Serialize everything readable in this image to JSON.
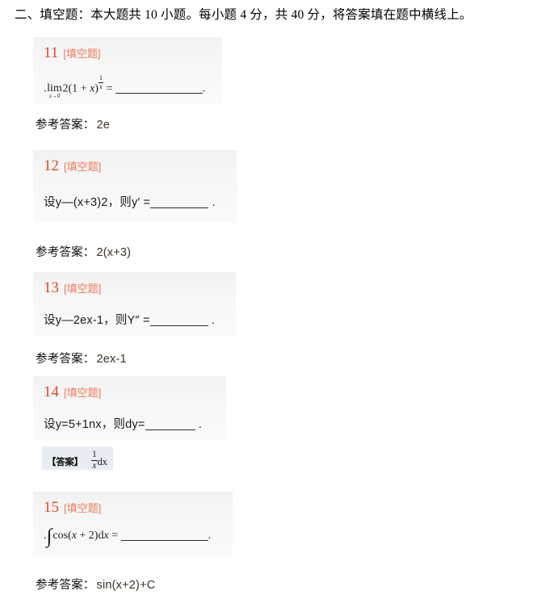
{
  "section": {
    "heading": "二、填空题：本大题共 10 小题。每小题 4 分，共 40 分，将答案填在题中横线上。"
  },
  "questions": [
    {
      "number": "11",
      "tag": "[填空题]",
      "stem_plain": ". lim2(1 + x)^(1/x) = ______ .",
      "stem_type": "math",
      "answer_label": "参考答案：",
      "answer_value": "2e",
      "answer_style": "reference",
      "limit_op": "lim",
      "limit_sub": "x→0"
    },
    {
      "number": "12",
      "tag": "[填空题]",
      "stem_plain": "设y—(x+3)2，则y′ =______ .",
      "stem_type": "text",
      "answer_label": "参考答案：",
      "answer_value": "2(x+3)",
      "answer_style": "reference"
    },
    {
      "number": "13",
      "tag": "[填空题]",
      "stem_plain": "设y—2ex-1，则Y″ =_______ .",
      "stem_type": "text",
      "answer_label": "参考答案：",
      "answer_value": "2ex-1",
      "answer_style": "reference"
    },
    {
      "number": "14",
      "tag": "[填空题]",
      "stem_plain": "设y=5+1nx，则dy=______ .",
      "stem_type": "text",
      "answer_label": "【答案】",
      "answer_value": "1/x dx",
      "answer_style": "boxed",
      "boxed_numerator": "1",
      "boxed_denominator": "x",
      "boxed_suffix": "dx"
    },
    {
      "number": "15",
      "tag": "[填空题]",
      "stem_plain": ". ∫cos(x + 2)dx = __________ .",
      "stem_type": "math",
      "answer_label": "参考答案：",
      "answer_value": "sin(x+2)+C",
      "answer_style": "reference",
      "integral_symbol": "∫"
    }
  ],
  "stem_parts": {
    "q11": {
      "lead_dot": ".",
      "coefficient": "2(1 + ",
      "var": "x",
      "close": ")",
      "exp_num": "1",
      "exp_den": "x",
      "equals": "=",
      "trailing": "."
    },
    "q12": {
      "prefix": "设y—(x+3)2，则y′ =",
      "trailing": "."
    },
    "q13": {
      "prefix": "设y—2ex-1，则Y″ =",
      "trailing": "."
    },
    "q14": {
      "prefix": "设y=5+1nx，则dy=",
      "trailing": "."
    },
    "q15": {
      "lead_dot": ".",
      "integrand": "cos(",
      "var": "x",
      "plus": " + 2)",
      "differential": "d",
      "dvar": "x",
      "equals": "=",
      "trailing": "."
    }
  },
  "colors": {
    "question_number": "#e04a28",
    "question_tag": "#f07a5e",
    "card_background": "#f5f5f5",
    "answer_box_background": "#e8edf4",
    "answer_value": "#3a3326",
    "text": "#1a1a1a"
  }
}
